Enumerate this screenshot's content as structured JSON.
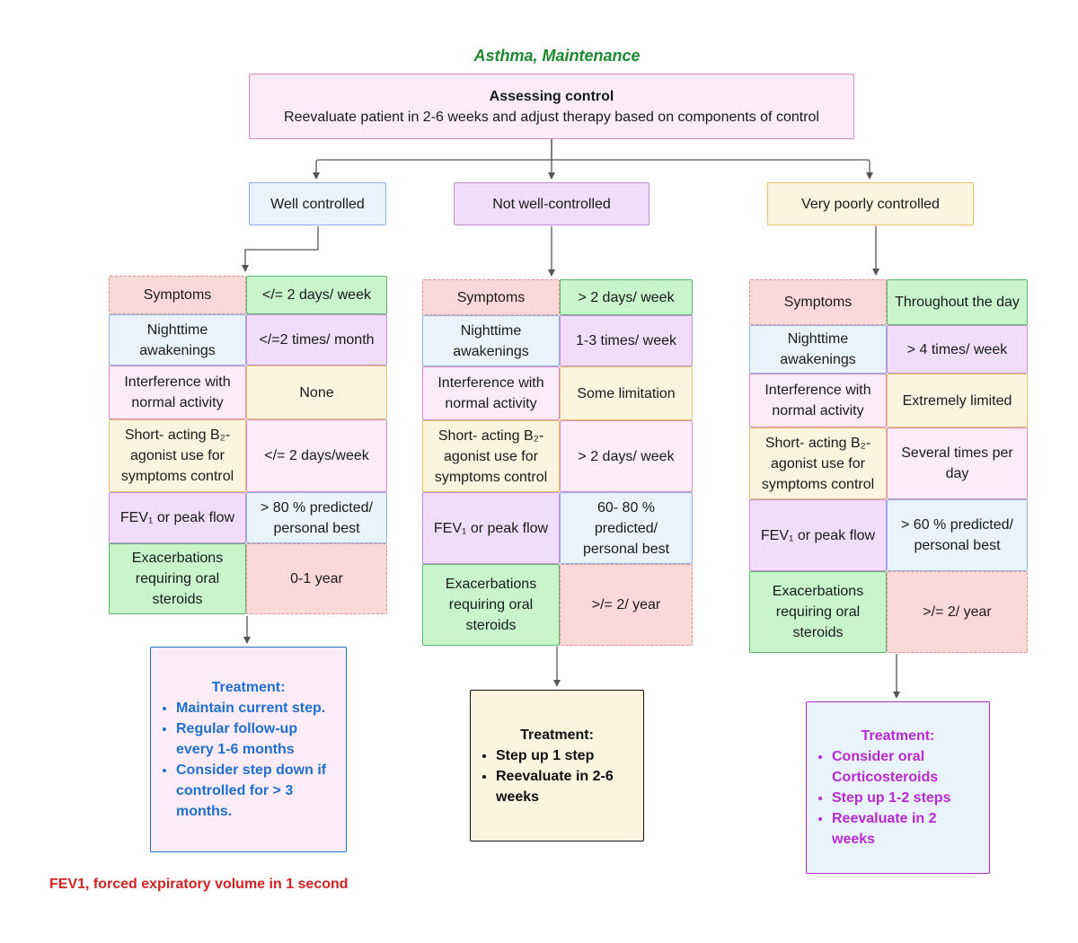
{
  "title": "Asthma, Maintenance",
  "assessing": {
    "heading": "Assessing control",
    "text": "Reevaluate patient in 2-6 weeks and adjust therapy based on components of control"
  },
  "columns": [
    {
      "label": "Well controlled",
      "rows": [
        {
          "component": "Symptoms",
          "value": "</= 2 days/ week"
        },
        {
          "component": "Nighttime awakenings",
          "value": "</=2 times/ month"
        },
        {
          "component": "Interference with normal activity",
          "value": "None"
        },
        {
          "component": "Short- acting B₂-agonist use for symptoms control",
          "value": "</= 2 days/week"
        },
        {
          "component": "FEV₁ or peak flow",
          "value": "> 80 % predicted/ personal best"
        },
        {
          "component": "Exacerbations requiring oral steroids",
          "value": "0-1 year"
        }
      ],
      "treatment": {
        "heading": "Treatment:",
        "items": [
          "Maintain current step.",
          "Regular follow-up every 1-6 months",
          "Consider step down if controlled for > 3 months."
        ]
      }
    },
    {
      "label": "Not well-controlled",
      "rows": [
        {
          "component": "Symptoms",
          "value": "> 2 days/ week"
        },
        {
          "component": "Nighttime awakenings",
          "value": "1-3 times/ week"
        },
        {
          "component": "Interference with normal activity",
          "value": "Some limitation"
        },
        {
          "component": "Short- acting B₂-agonist use for symptoms control",
          "value": "> 2 days/ week"
        },
        {
          "component": "FEV₁ or peak flow",
          "value": "60- 80 % predicted/ personal best"
        },
        {
          "component": "Exacerbations requiring oral steroids",
          "value": ">/= 2/ year"
        }
      ],
      "treatment": {
        "heading": "Treatment:",
        "items": [
          "Step up 1 step",
          "Reevaluate in 2-6 weeks"
        ]
      }
    },
    {
      "label": "Very poorly controlled",
      "rows": [
        {
          "component": "Symptoms",
          "value": "Throughout the day"
        },
        {
          "component": "Nighttime awakenings",
          "value": "> 4 times/ week"
        },
        {
          "component": "Interference with normal activity",
          "value": "Extremely limited"
        },
        {
          "component": "Short- acting B₂-agonist use for symptoms control",
          "value": "Several times per day"
        },
        {
          "component": "FEV₁ or peak flow",
          "value": "> 60 % predicted/ personal best"
        },
        {
          "component": "Exacerbations requiring oral steroids",
          "value": ">/= 2/ year"
        }
      ],
      "treatment": {
        "heading": "Treatment:",
        "items": [
          "Consider  oral Corticosteroids",
          " Step up 1-2 steps",
          "Reevaluate in 2 weeks"
        ]
      }
    }
  ],
  "footnote": "FEV1, forced expiratory volume in 1 second"
}
